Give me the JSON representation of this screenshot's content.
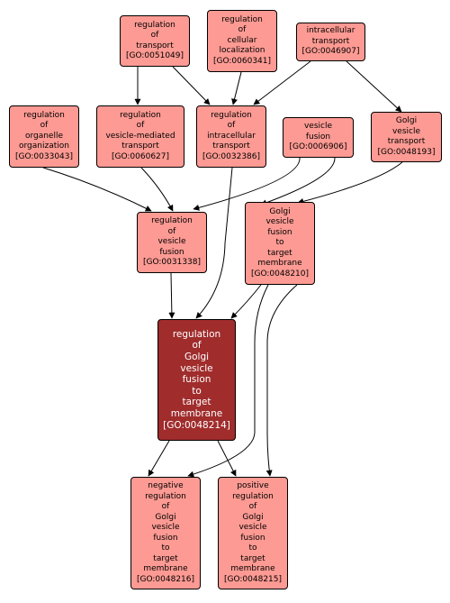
{
  "nodes": [
    {
      "id": "n1",
      "label": "regulation\nof\ntransport\n[GO:0051049]"
    },
    {
      "id": "n2",
      "label": "regulation\nof\ncellular\nlocalization\n[GO:0060341]"
    },
    {
      "id": "n3",
      "label": "intracellular\ntransport\n[GO:0046907]"
    },
    {
      "id": "n4",
      "label": "regulation\nof\norganelle\norganization\n[GO:0033043]"
    },
    {
      "id": "n5",
      "label": "regulation\nof\nvesicle-mediated\ntransport\n[GO:0060627]"
    },
    {
      "id": "n6",
      "label": "regulation\nof\nintracellular\ntransport\n[GO:0032386]"
    },
    {
      "id": "n7",
      "label": "vesicle\nfusion\n[GO:0006906]"
    },
    {
      "id": "n8",
      "label": "Golgi\nvesicle\ntransport\n[GO:0048193]"
    },
    {
      "id": "n9",
      "label": "regulation\nof\nvesicle\nfusion\n[GO:0031338]"
    },
    {
      "id": "n10",
      "label": "Golgi\nvesicle\nfusion\nto\ntarget\nmembrane\n[GO:0048210]"
    },
    {
      "id": "n11",
      "label": "regulation\nof\nGolgi\nvesicle\nfusion\nto\ntarget\nmembrane\n[GO:0048214]"
    },
    {
      "id": "n12",
      "label": "negative\nregulation\nof\nGolgi\nvesicle\nfusion\nto\ntarget\nmembrane\n[GO:0048216]"
    },
    {
      "id": "n13",
      "label": "positive\nregulation\nof\nGolgi\nvesicle\nfusion\nto\ntarget\nmembrane\n[GO:0048215]"
    }
  ],
  "colors": {
    "node_fill": "#fd9a93",
    "focus_fill": "#a02c2c",
    "focus_text": "#ffffff",
    "edge": "#000000"
  }
}
